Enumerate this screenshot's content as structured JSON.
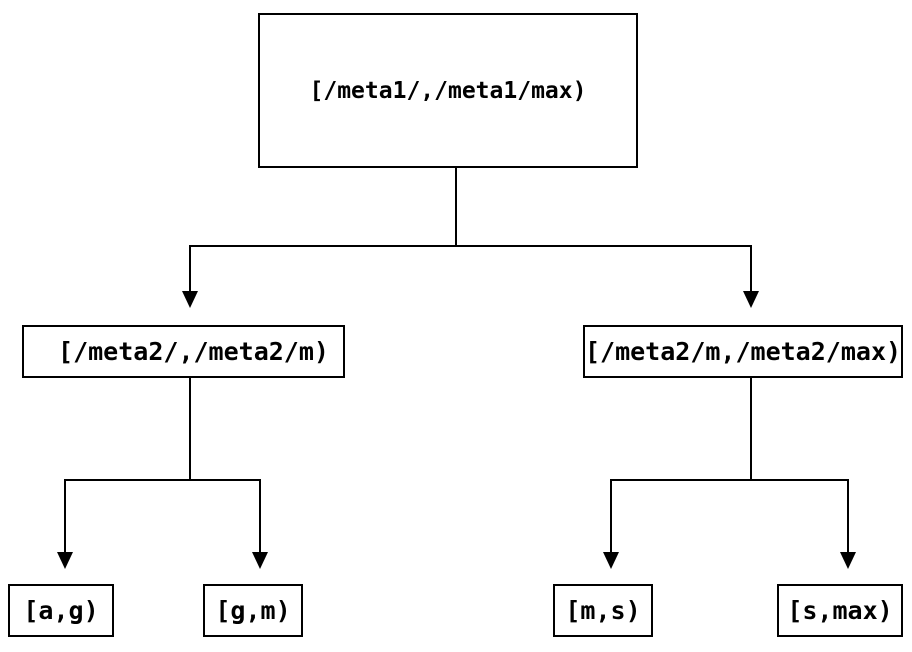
{
  "diagram": {
    "type": "tree",
    "description": "Key-range partition tree",
    "colors": {
      "background": "#ffffff",
      "line": "#000000",
      "box_border": "#000000",
      "text": "#000000"
    },
    "nodes": {
      "root": {
        "label": "[/meta1/,/meta1/max)"
      },
      "mid_left": {
        "label": "[/meta2/,/meta2/m)"
      },
      "mid_right": {
        "label": "[/meta2/m,/meta2/max)"
      },
      "leaf_ag": {
        "label": "[a,g)"
      },
      "leaf_gm": {
        "label": "[g,m)"
      },
      "leaf_ms": {
        "label": "[m,s)"
      },
      "leaf_smax": {
        "label": "[s,max)"
      }
    },
    "edges": [
      {
        "from": "root",
        "to": "mid_left"
      },
      {
        "from": "root",
        "to": "mid_right"
      },
      {
        "from": "mid_left",
        "to": "leaf_ag"
      },
      {
        "from": "mid_left",
        "to": "leaf_gm"
      },
      {
        "from": "mid_right",
        "to": "leaf_ms"
      },
      {
        "from": "mid_right",
        "to": "leaf_smax"
      }
    ]
  }
}
